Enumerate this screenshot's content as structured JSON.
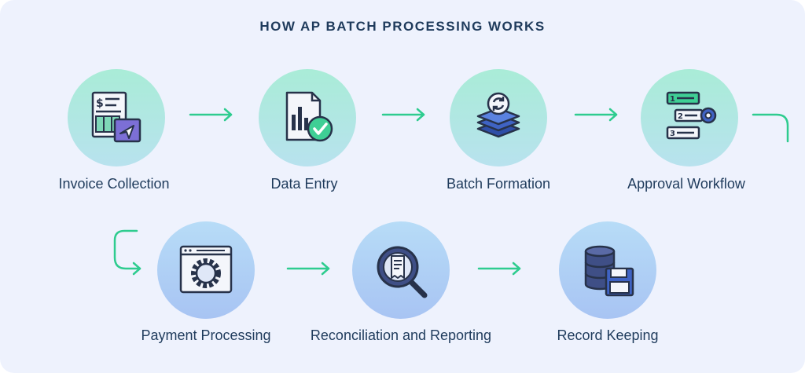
{
  "title": "HOW AP BATCH PROCESSING WORKS",
  "steps": [
    {
      "label": "Invoice Collection",
      "icon": "invoice-send-icon"
    },
    {
      "label": "Data Entry",
      "icon": "data-entry-check-icon"
    },
    {
      "label": "Batch Formation",
      "icon": "batch-stack-icon"
    },
    {
      "label": "Approval Workflow",
      "icon": "approval-list-gear-icon"
    },
    {
      "label": "Payment Processing",
      "icon": "payment-gear-window-icon"
    },
    {
      "label": "Reconciliation and Reporting",
      "icon": "report-magnifier-icon"
    },
    {
      "label": "Record Keeping",
      "icon": "database-floppy-icon"
    }
  ],
  "colors": {
    "arrow": "#2ecc8f",
    "text": "#1f3b5c",
    "background": "#eef2fd"
  }
}
